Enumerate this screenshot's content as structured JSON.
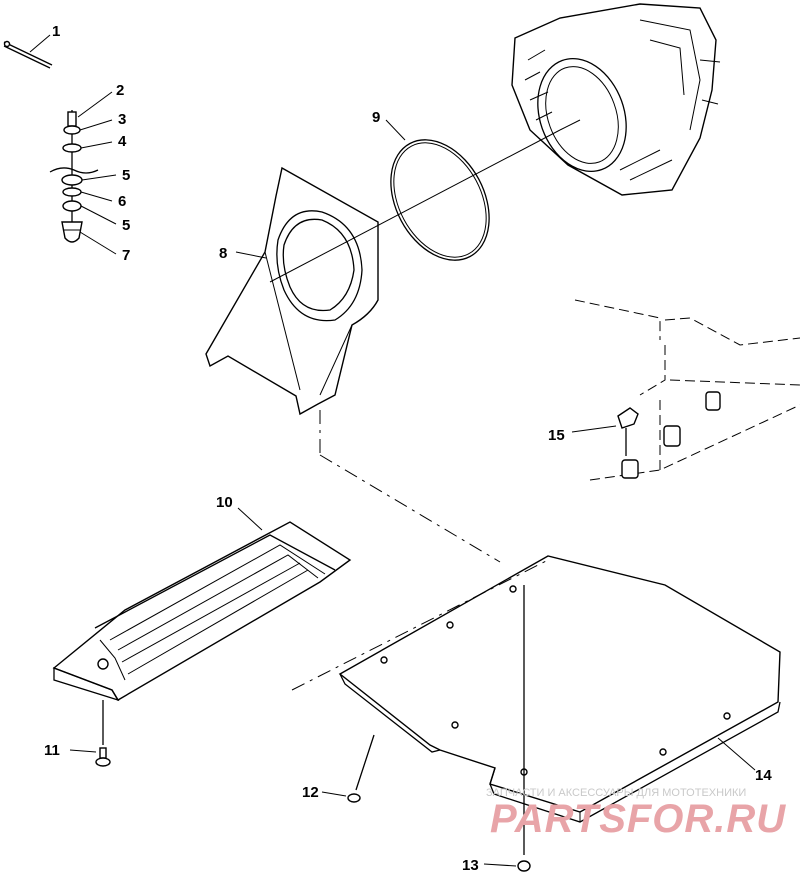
{
  "callouts": [
    "1",
    "2",
    "3",
    "4",
    "5",
    "6",
    "5",
    "7",
    "8",
    "9",
    "10",
    "11",
    "12",
    "13",
    "14",
    "15"
  ],
  "watermark": {
    "tagline": "ЗАПЧАСТИ И АКСЕССУАРЫ ДЛЯ МОТОТЕХНИКИ",
    "brand": "PARTSFOR.RU",
    "brand_color": "#e8a4a8"
  }
}
